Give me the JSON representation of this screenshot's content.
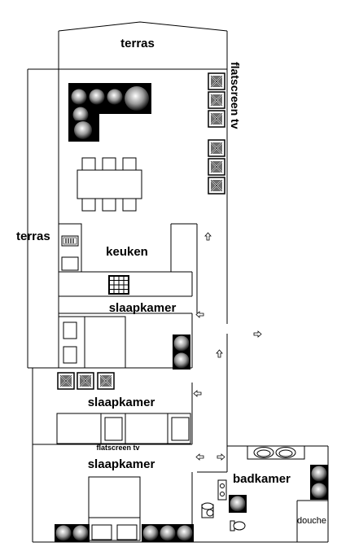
{
  "rooms": {
    "terras_top": "terras",
    "terras_left": "terras",
    "keuken": "keuken",
    "slaapkamer_1": "slaapkamer",
    "slaapkamer_2": "slaapkamer",
    "slaapkamer_3": "slaapkamer",
    "badkamer": "badkamer",
    "douche": "douche"
  },
  "labels": {
    "flatscreen_vertical": "flatscreen tv",
    "flatscreen_small": "flatscreen tv"
  },
  "icons": [
    "sofa-icon",
    "dining-table-icon",
    "speaker-icon",
    "stove-icon",
    "kitchen-cabinet-icon",
    "bed-icon",
    "sink-icon",
    "toilet-icon",
    "bathtub-icon",
    "arrow-icon"
  ],
  "colors": {
    "wall": "#000000",
    "background": "#ffffff"
  }
}
